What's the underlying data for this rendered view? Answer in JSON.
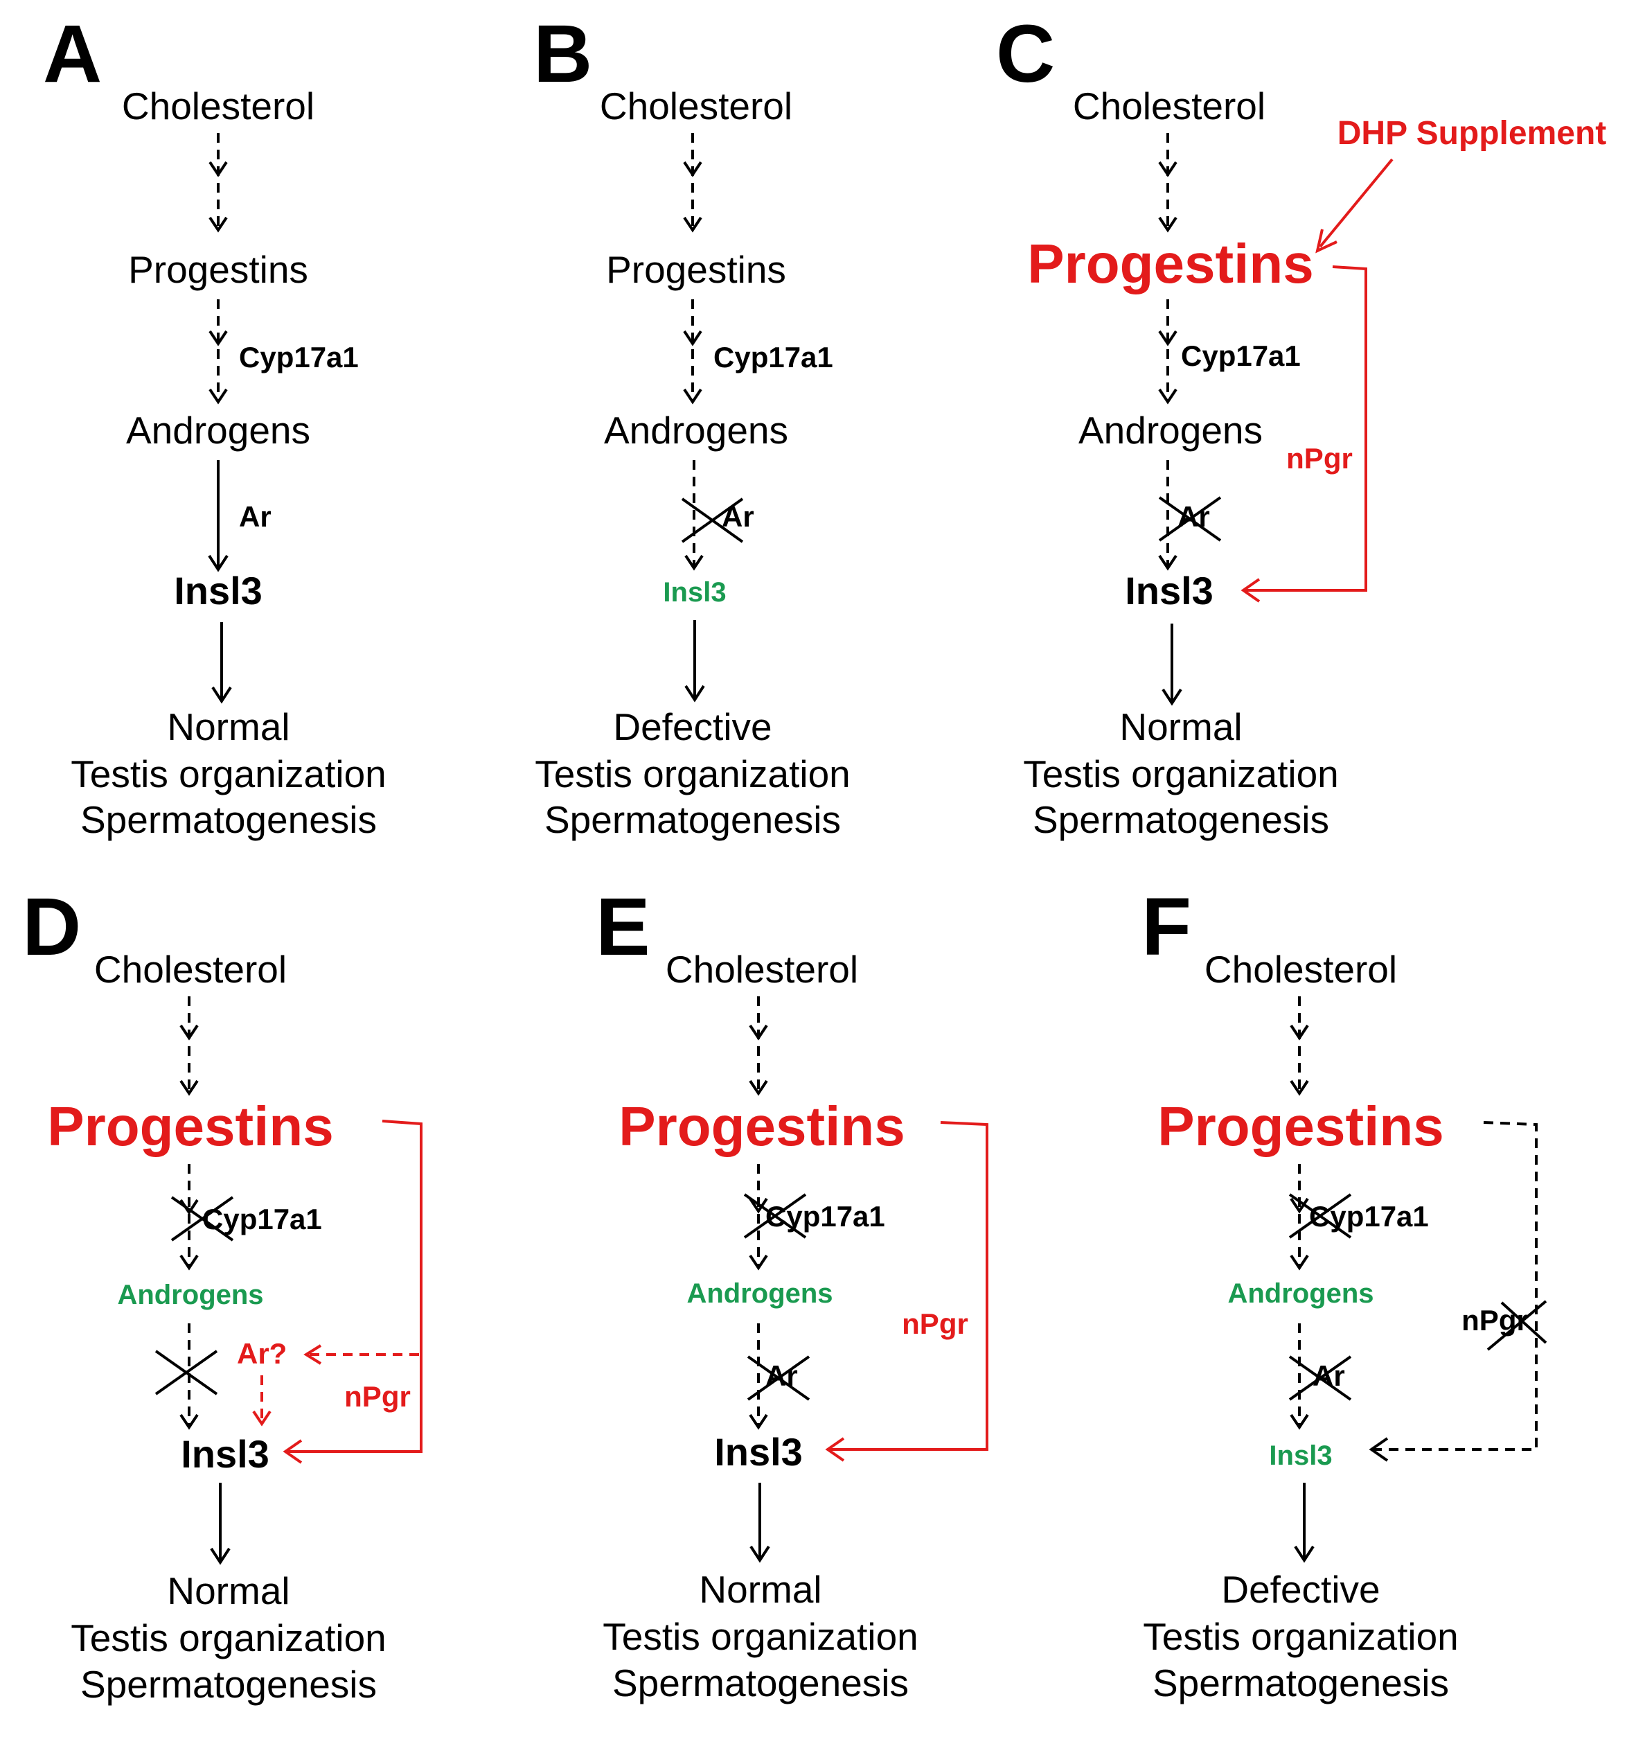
{
  "panels": {
    "A": {
      "letter": "A",
      "cholesterol": "Cholesterol",
      "progestins": "Progestins",
      "cyp17a1": "Cyp17a1",
      "androgens": "Androgens",
      "ar": "Ar",
      "insl3": "Insl3",
      "outcome": "Normal",
      "outcome2": "Testis organization",
      "outcome3": "Spermatogenesis"
    },
    "B": {
      "letter": "B",
      "cholesterol": "Cholesterol",
      "progestins": "Progestins",
      "cyp17a1": "Cyp17a1",
      "androgens": "Androgens",
      "ar": "Ar",
      "insl3": "Insl3",
      "outcome": "Defective",
      "outcome2": "Testis organization",
      "outcome3": "Spermatogenesis"
    },
    "C": {
      "letter": "C",
      "cholesterol": "Cholesterol",
      "supplement": "DHP Supplement",
      "progestins": "Progestins",
      "cyp17a1": "Cyp17a1",
      "androgens": "Androgens",
      "npgr": "nPgr",
      "ar": "Ar",
      "insl3": "Insl3",
      "outcome": "Normal",
      "outcome2": "Testis organization",
      "outcome3": "Spermatogenesis"
    },
    "D": {
      "letter": "D",
      "cholesterol": "Cholesterol",
      "progestins": "Progestins",
      "cyp17a1": "Cyp17a1",
      "androgens": "Androgens",
      "ar_q": "Ar?",
      "npgr": "nPgr",
      "insl3": "Insl3",
      "outcome": "Normal",
      "outcome2": "Testis organization",
      "outcome3": "Spermatogenesis"
    },
    "E": {
      "letter": "E",
      "cholesterol": "Cholesterol",
      "progestins": "Progestins",
      "cyp17a1": "Cyp17a1",
      "androgens": "Androgens",
      "npgr": "nPgr",
      "ar": "Ar",
      "insl3": "Insl3",
      "outcome": "Normal",
      "outcome2": "Testis organization",
      "outcome3": "Spermatogenesis"
    },
    "F": {
      "letter": "F",
      "cholesterol": "Cholesterol",
      "progestins": "Progestins",
      "cyp17a1": "Cyp17a1",
      "androgens": "Androgens",
      "npgr": "nPgr",
      "ar": "Ar",
      "insl3": "Insl3",
      "outcome": "Defective",
      "outcome2": "Testis organization",
      "outcome3": "Spermatogenesis"
    }
  },
  "colors": {
    "red": "#e31b1b",
    "green": "#1a9a50",
    "black": "#000000"
  }
}
